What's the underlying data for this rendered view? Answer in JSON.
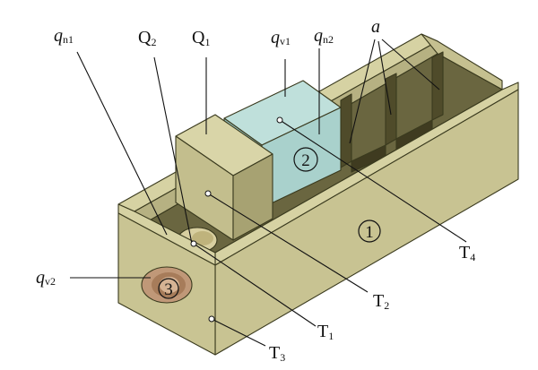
{
  "labels": {
    "q_n1": {
      "main": "q",
      "sub": "n1"
    },
    "q_v1": {
      "main": "q",
      "sub": "v1"
    },
    "q_n2": {
      "main": "q",
      "sub": "n2"
    },
    "q_v2": {
      "main": "q",
      "sub": "v2"
    },
    "Q2": {
      "main": "Q",
      "sub": "2"
    },
    "Q1": {
      "main": "Q",
      "sub": "1"
    },
    "a": "a",
    "T1": {
      "main": "T",
      "sub": "1"
    },
    "T2": {
      "main": "T",
      "sub": "2"
    },
    "T3": {
      "main": "T",
      "sub": "3"
    },
    "T4": {
      "main": "T",
      "sub": "4"
    }
  },
  "markers": {
    "circle1": "1",
    "circle2": "2",
    "circle3": "3"
  },
  "colors": {
    "housing_front": "#c8c392",
    "housing_top": "#d6d2a3",
    "housing_inner": "#5e5a34",
    "housing_dark": "#8f8b5a",
    "block_cyan": "#a9d1cc",
    "gear_brown": "#c09878"
  }
}
